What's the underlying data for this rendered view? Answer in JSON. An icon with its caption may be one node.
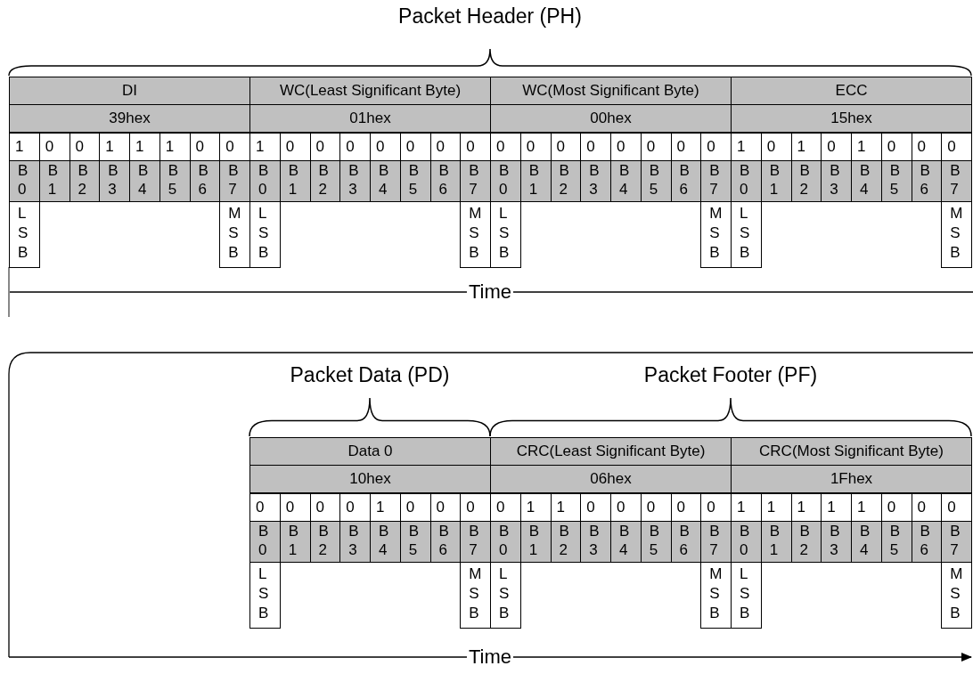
{
  "diagram": {
    "labels": [
      "Packet Header (PH)",
      "DI",
      "WC(Least Significant Byte)",
      "WC(Most Significant Byte)",
      "ECC",
      "39hex",
      "01hex",
      "00hex",
      "15hex",
      "1",
      "0",
      "0",
      "1",
      "1",
      "1",
      "0",
      "0",
      "1",
      "0",
      "0",
      "0",
      "0",
      "0",
      "0",
      "0",
      "0",
      "0",
      "0",
      "0",
      "0",
      "0",
      "0",
      "0",
      "1",
      "0",
      "1",
      "0",
      "1",
      "0",
      "0",
      "0",
      "B0",
      "B1",
      "B2",
      "B3",
      "B4",
      "B5",
      "B6",
      "B7",
      "B0",
      "B1",
      "B2",
      "B3",
      "B4",
      "B5",
      "B6",
      "B7",
      "B0",
      "B1",
      "B2",
      "B3",
      "B4",
      "B5",
      "B6",
      "B7",
      "B0",
      "B1",
      "B2",
      "B3",
      "B4",
      "B5",
      "B6",
      "B7",
      "LSB",
      "MSB",
      "LSB",
      "MSB",
      "LSB",
      "MSB",
      "LSB",
      "MSB",
      "Time",
      "Packet Data (PD)",
      "Packet Footer (PF)",
      "Data 0",
      "CRC(Least Significant Byte)",
      "CRC(Most Significant Byte)",
      "10hex",
      "06hex",
      "1Fhex",
      "0",
      "0",
      "0",
      "0",
      "1",
      "0",
      "0",
      "0",
      "0",
      "1",
      "1",
      "0",
      "0",
      "0",
      "0",
      "0",
      "1",
      "1",
      "1",
      "1",
      "1",
      "0",
      "0",
      "0",
      "B0",
      "B1",
      "B2",
      "B3",
      "B4",
      "B5",
      "B6",
      "B7",
      "B0",
      "B1",
      "B2",
      "B3",
      "B4",
      "B5",
      "B6",
      "B7",
      "B0",
      "B1",
      "B2",
      "B3",
      "B4",
      "B5",
      "B6",
      "B7",
      "LSB",
      "MSB",
      "LSB",
      "MSB",
      "LSB",
      "MSB",
      "Time"
    ]
  }
}
